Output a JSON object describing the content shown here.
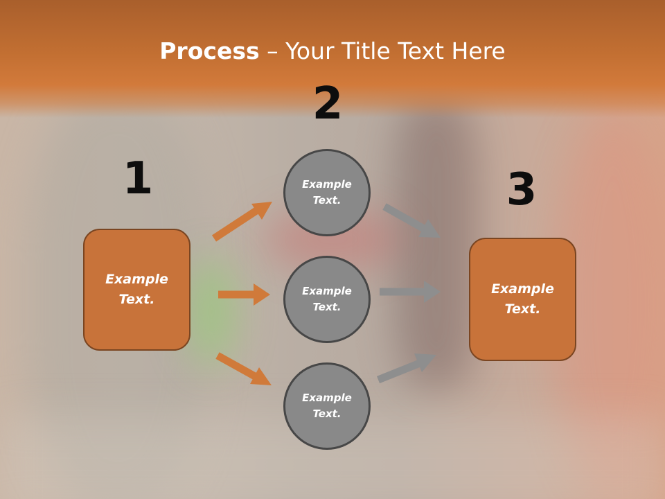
{
  "title": {
    "bold": "Process",
    "rest": " – Your Title Text Here"
  },
  "steps": [
    {
      "number": "1"
    },
    {
      "number": "2"
    },
    {
      "number": "3"
    }
  ],
  "left_box": {
    "line1": "Example",
    "line2": "Text."
  },
  "right_box": {
    "line1": "Example",
    "line2": "Text."
  },
  "circles": [
    {
      "line1": "Example",
      "line2": "Text."
    },
    {
      "line1": "Example",
      "line2": "Text."
    },
    {
      "line1": "Example",
      "line2": "Text."
    }
  ],
  "colors": {
    "header": "#c26f32",
    "box_fill": "#c8733a",
    "box_border": "#7a4521",
    "circle_fill": "#898989",
    "circle_border": "#474747",
    "arrow_orange": "#d07a3a",
    "arrow_gray": "#8e8e8e"
  }
}
